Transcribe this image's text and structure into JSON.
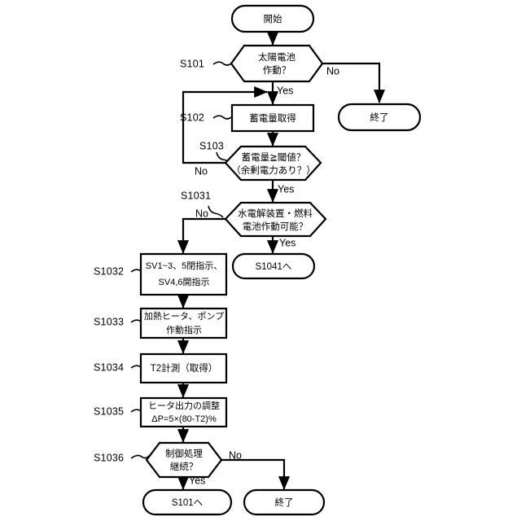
{
  "diagram": {
    "type": "flowchart",
    "orientation": "vertical",
    "language": "ja",
    "line_color": "#000000",
    "fill_color": "#ffffff",
    "background": "#ffffff"
  },
  "nodes": {
    "start": {
      "label": "開始",
      "shape": "terminator"
    },
    "s101": {
      "step": "S101",
      "label_line1": "太陽電池",
      "label_line2": "作動？",
      "shape": "decision"
    },
    "end_top": {
      "label": "終了",
      "shape": "terminator"
    },
    "s102": {
      "step": "S102",
      "label_line1": "蓄電量取得",
      "shape": "process"
    },
    "s103": {
      "step": "S103",
      "label_line1": "蓄電量≧閾値？",
      "label_line2": "（余剰電力あり？）",
      "shape": "decision"
    },
    "s1031": {
      "step": "S1031",
      "label_line1": "水電解装置・燃料",
      "label_line2": "電池作動可能？",
      "shape": "decision"
    },
    "goto_s1041": {
      "label": "S1041へ",
      "shape": "terminator"
    },
    "s1032": {
      "step": "S1032",
      "label_line1": "SV1~3、5閉指示、",
      "label_line2": "SV4,6開指示",
      "shape": "process"
    },
    "s1033": {
      "step": "S1033",
      "label_line1": "加熱ヒータ、ポンプ",
      "label_line2": "作動指示",
      "shape": "process"
    },
    "s1034": {
      "step": "S1034",
      "label_line1": "T2計測（取得）",
      "shape": "process"
    },
    "s1035": {
      "step": "S1035",
      "label_line1": "ヒータ出力の調整",
      "label_line2": "ΔP=5×(80-T2)%",
      "shape": "process"
    },
    "s1036": {
      "step": "S1036",
      "label_line1": "制御処理",
      "label_line2": "継続？",
      "shape": "decision"
    },
    "goto_s101": {
      "label": "S101へ",
      "shape": "terminator"
    },
    "end_bottom": {
      "label": "終了",
      "shape": "terminator"
    }
  },
  "branch_labels": {
    "s101_no": "No",
    "s101_yes": "Yes",
    "s103_no": "No",
    "s103_yes": "Yes",
    "s1031_no": "No",
    "s1031_yes": "Yes",
    "s1036_no": "No",
    "s1036_yes": "Yes"
  },
  "edges": [
    {
      "from": "start",
      "to": "s101",
      "label": ""
    },
    {
      "from": "s101",
      "to": "end_top",
      "label": "No"
    },
    {
      "from": "s101",
      "to": "s102",
      "label": "Yes"
    },
    {
      "from": "s102",
      "to": "s103",
      "label": ""
    },
    {
      "from": "s103",
      "to": "s101",
      "label": "No"
    },
    {
      "from": "s103",
      "to": "s1031",
      "label": "Yes"
    },
    {
      "from": "s1031",
      "to": "s1032",
      "label": "No"
    },
    {
      "from": "s1031",
      "to": "goto_s1041",
      "label": "Yes"
    },
    {
      "from": "s1032",
      "to": "s1033",
      "label": ""
    },
    {
      "from": "s1033",
      "to": "s1034",
      "label": ""
    },
    {
      "from": "s1034",
      "to": "s1035",
      "label": ""
    },
    {
      "from": "s1035",
      "to": "s1036",
      "label": ""
    },
    {
      "from": "s1036",
      "to": "goto_s101",
      "label": "Yes"
    },
    {
      "from": "s1036",
      "to": "end_bottom",
      "label": "No"
    }
  ]
}
